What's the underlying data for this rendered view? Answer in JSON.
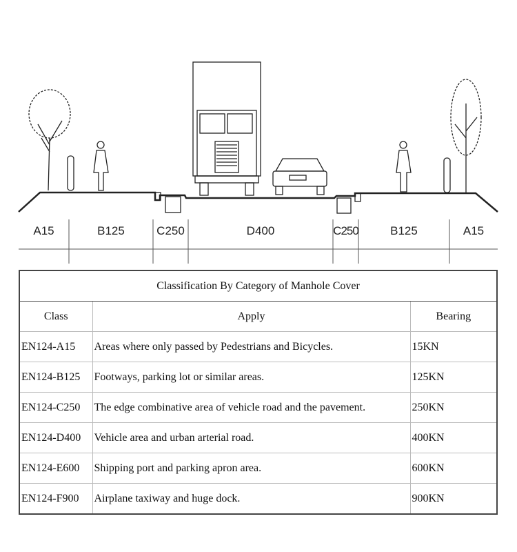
{
  "zones": [
    "A15",
    "B125",
    "C250",
    "D400",
    "C250",
    "B125",
    "A15"
  ],
  "table": {
    "title": "Classification By Category of Manhole Cover",
    "headers": [
      "Class",
      "Apply",
      "Bearing"
    ],
    "rows": [
      [
        "EN124-A15",
        "Areas where only passed by Pedestrians and Bicycles.",
        "15KN"
      ],
      [
        "EN124-B125",
        "Footways, parking lot or similar areas.",
        "125KN"
      ],
      [
        "EN124-C250",
        "The edge combinative area of vehicle road and the pavement.",
        "250KN"
      ],
      [
        "EN124-D400",
        "Vehicle area and urban arterial road.",
        "400KN"
      ],
      [
        "EN124-E600",
        "Shipping port and parking apron area.",
        "600KN"
      ],
      [
        "EN124-F900",
        "Airplane taxiway and huge dock.",
        "900KN"
      ]
    ]
  }
}
